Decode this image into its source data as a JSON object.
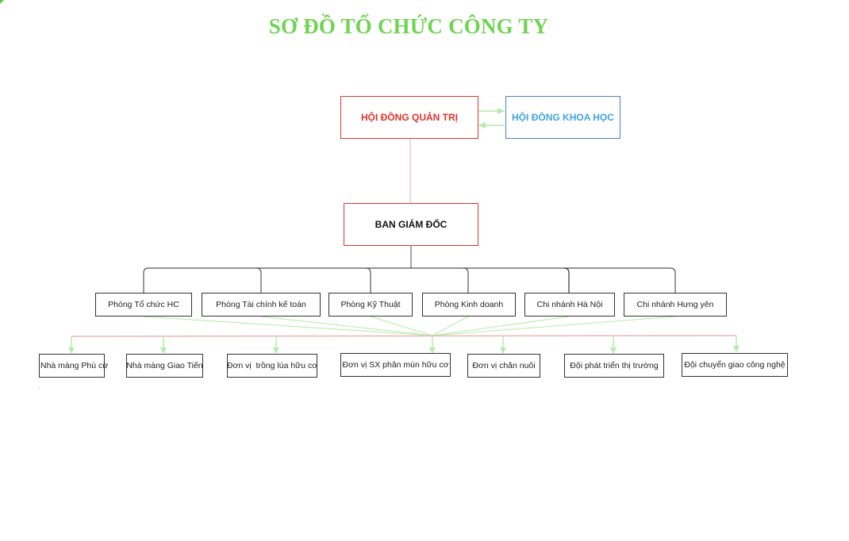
{
  "title": "SƠ ĐỒ TỔ CHỨC CÔNG TY",
  "colors": {
    "title": "#6fd451",
    "board_border": "#d23a32",
    "board_text": "#e0332a",
    "science_border": "#4a7fd1",
    "science_text": "#3fa3e0",
    "connector_green": "#b6ecaa",
    "connector_red": "#f0b4b4"
  },
  "top": {
    "board": "HỘI ĐỒNG QUẢN TRỊ",
    "science_council": "HỘI ĐỒNG KHOA HỌC",
    "directors": "BAN GIÁM ĐỐC"
  },
  "departments": [
    "Phòng Tổ chức HC",
    "Phòng Tài chính kế toán",
    "Phòng Kỹ Thuật",
    "Phòng Kinh doanh",
    "Chi nhánh Hà Nội",
    "Chi nhánh Hưng yên"
  ],
  "units": [
    "Nhà màng Phù cừ",
    "Nhà màng Giao Tiến",
    "Đơn vị  trồng lúa hữu cơ",
    "Đơn vị SX phân mùn hữu cơ",
    "Đơn vị chăn nuôi",
    "Đội phát triển thị trường",
    "Đội chuyển giao công nghệ"
  ]
}
